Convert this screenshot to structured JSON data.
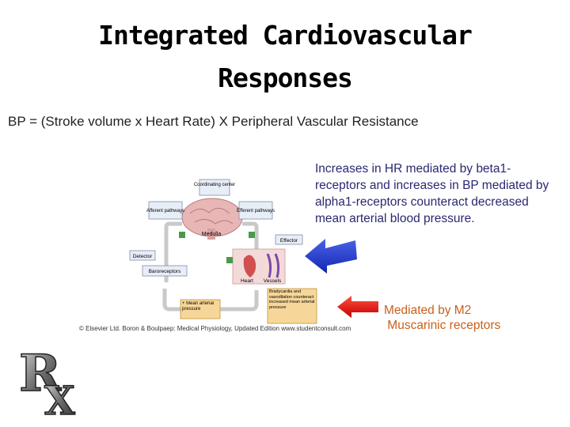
{
  "slide": {
    "title_line1": "Integrated Cardiovascular",
    "title_line2": "Responses",
    "equation": "BP = (Stroke volume x Heart Rate) X Peripheral Vascular Resistance",
    "note_blue": "Increases in HR mediated by beta1-receptors and increases in BP mediated by alpha1-receptors counteract decreased mean arterial blood pressure.",
    "note_orange": "Mediated by M2\n Muscarinic receptors",
    "credit": "© Elsevier Ltd. Boron & Boulpaep: Medical Physiology, Updated Edition    www.studentconsult.com"
  },
  "diagram": {
    "coordinating_center": "Coordinating center",
    "afferent": "Afferent pathways",
    "efferent": "Efferent pathways",
    "medulla": "Medulla",
    "effector": "Effector",
    "detector": "Detector",
    "baroreceptors": "Baroreceptors",
    "heart": "Heart",
    "vessels": "Vessels",
    "response": "Bradycardia and vasodilation counteract increased mean arterial pressure",
    "stimulus": "+ Mean arterial pressure"
  },
  "logo": {
    "letters": "RX"
  },
  "colors": {
    "blue_arrow": "#2233cc",
    "red_arrow": "#ee1111",
    "blue_text": "#2a2870",
    "orange_text": "#c8601a"
  }
}
